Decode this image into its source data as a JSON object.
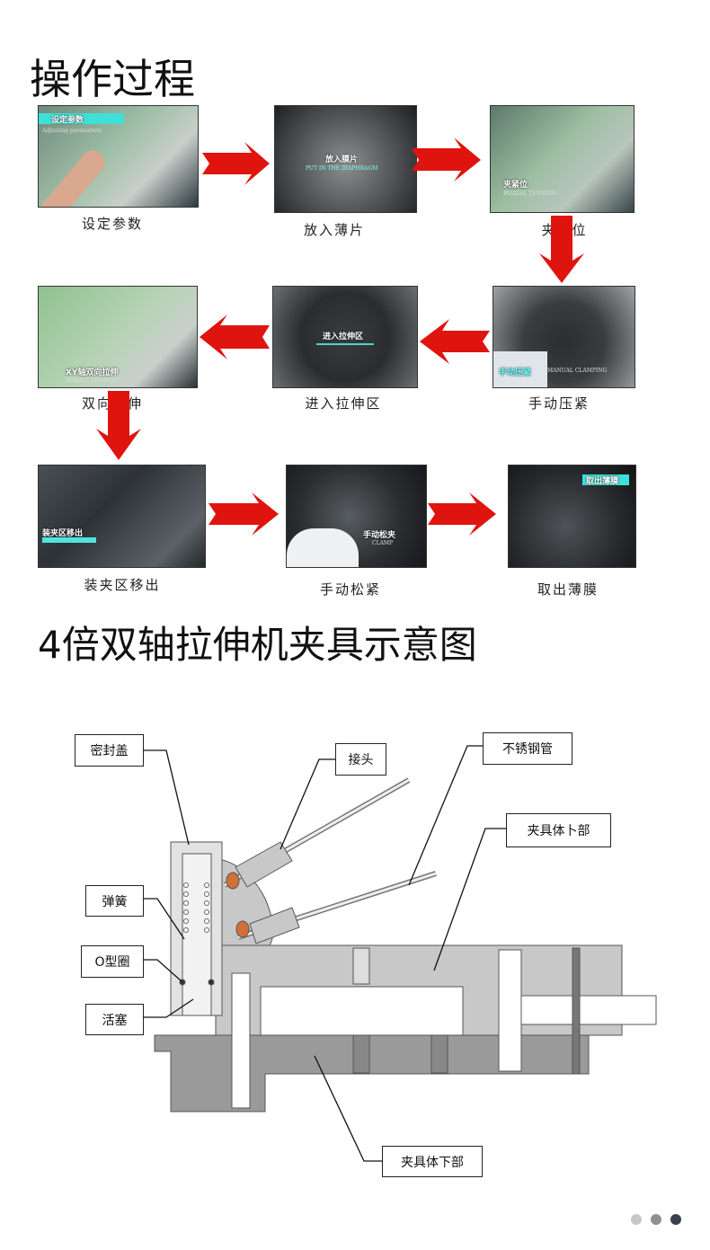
{
  "section1_title": "操作过程",
  "steps": [
    {
      "caption": "设定参数",
      "overlay": "设定参数",
      "overlay_en": "Adjusting parameters"
    },
    {
      "caption": "放入薄片",
      "overlay": "放入膜片",
      "overlay_en": "PUT IN THE DIAPHRAGM"
    },
    {
      "caption": "夹紧位",
      "overlay": "夹紧位",
      "overlay_en": "BIAXIAL TENSION"
    },
    {
      "caption": "双向拉伸",
      "overlay": "XY轴双向拉伸",
      "overlay_en": "BIAXIAL TENSION"
    },
    {
      "caption": "进入拉伸区",
      "overlay": "进入拉伸区",
      "overlay_en": ""
    },
    {
      "caption": "手动压紧",
      "overlay": "手动压紧",
      "overlay_en": "MANUAL CLAMPING"
    },
    {
      "caption": "装夹区移出",
      "overlay": "装夹区移出",
      "overlay_en": ""
    },
    {
      "caption": "手动松紧",
      "overlay": "手动松夹",
      "overlay_en": "CLAMP"
    },
    {
      "caption": "取出薄膜",
      "overlay": "取出薄膜",
      "overlay_en": ""
    }
  ],
  "section2_title": "4倍双轴拉伸机夹具示意图",
  "diagram_labels": {
    "seal_cap": "密封盖",
    "joint": "接头",
    "steel_tube": "不锈钢管",
    "upper_body": "夹具体卜部",
    "spring": "弹簧",
    "o_ring": "O型圈",
    "piston": "活塞",
    "lower_body": "夹具体下部"
  },
  "colors": {
    "arrow": "#e0140f",
    "dot_inactive": "#c4c8cc",
    "dot_mid": "#8a9096",
    "dot_active": "#3a4048"
  }
}
